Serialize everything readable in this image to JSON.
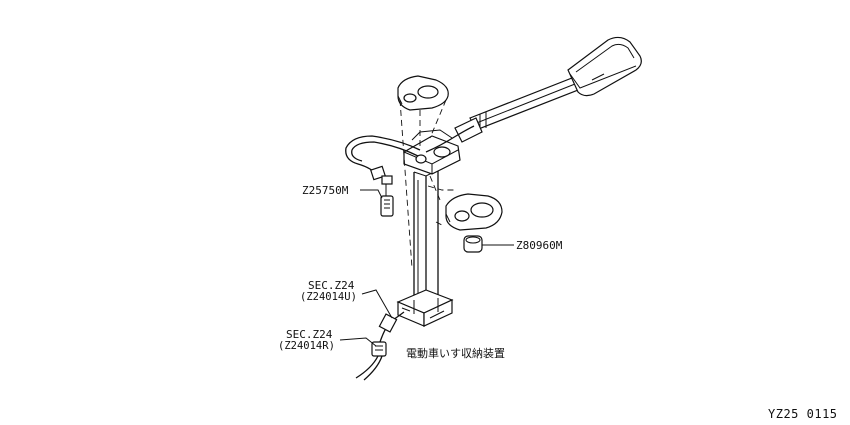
{
  "labels": {
    "part_z25750m": "Z25750M",
    "part_z80960m": "Z80960M",
    "sec_upper": "SEC.Z24",
    "sec_upper_code": "(Z24014U)",
    "sec_lower": "SEC.Z24",
    "sec_lower_code": "(Z24014R)",
    "caption": "電動車いす収納装置",
    "figure_code": "YZ25 0115"
  }
}
